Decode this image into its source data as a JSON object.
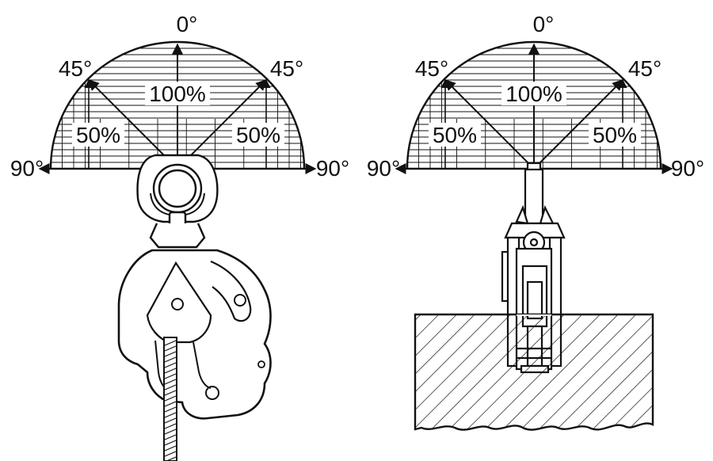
{
  "colors": {
    "ink": "#111111",
    "paper": "#ffffff"
  },
  "left_diagram": {
    "angle_top": "0°",
    "angle_45_left": "45°",
    "angle_45_right": "45°",
    "angle_90_left": "90°",
    "angle_90_right": "90°",
    "capacity_center": "100%",
    "capacity_left": "50%",
    "capacity_right": "50%"
  },
  "right_diagram": {
    "angle_top": "0°",
    "angle_45_left": "45°",
    "angle_45_right": "45°",
    "angle_90_left": "90°",
    "angle_90_right": "90°",
    "capacity_center": "100%",
    "capacity_left": "50%",
    "capacity_right": "50%"
  }
}
